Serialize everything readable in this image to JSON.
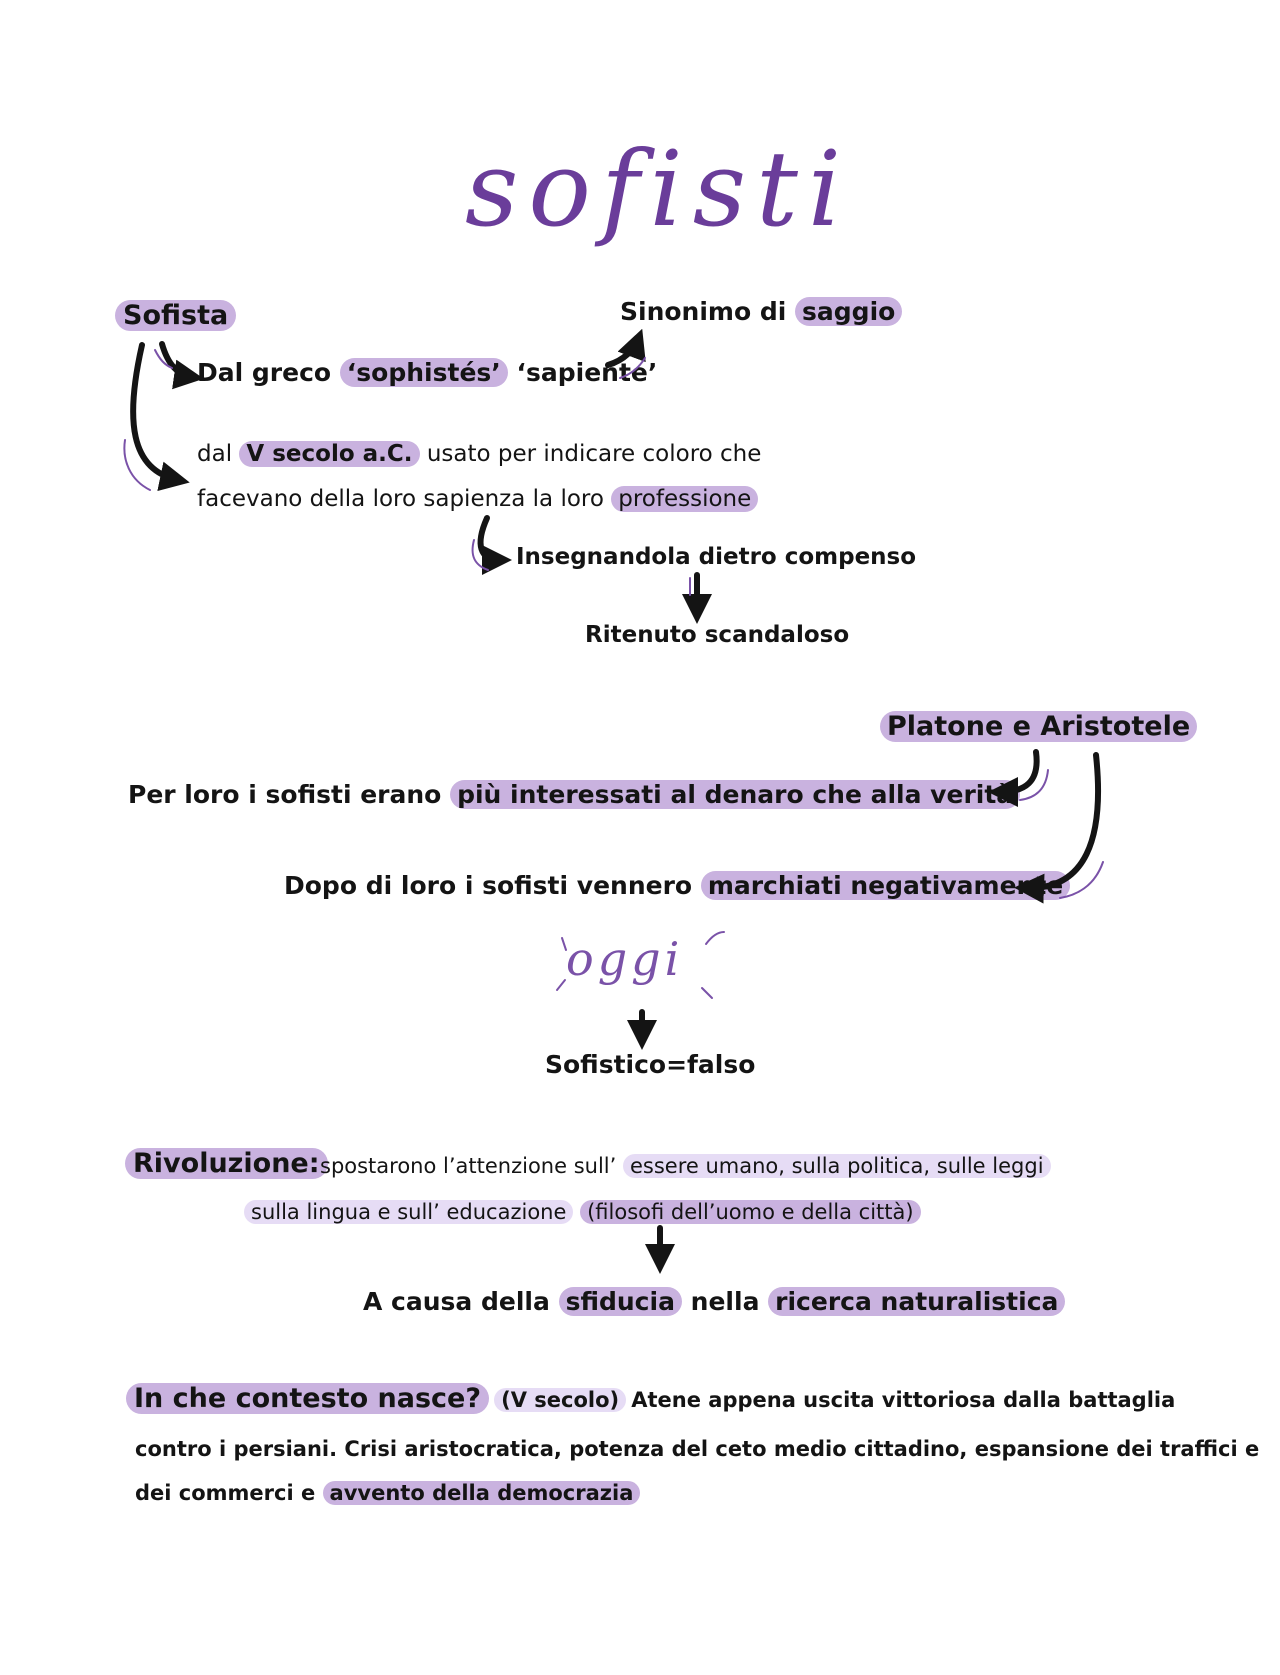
{
  "title": "sofisti",
  "section1": {
    "sofista": "Sofista",
    "sinonimo": "Sinonimo di",
    "saggio": "saggio",
    "dal_greco": "Dal greco",
    "sophistes": "‘sophistés’",
    "sapiente": "‘sapiente’",
    "dal": "dal",
    "v_secolo": "V secolo a.C.",
    "usato": "usato per indicare coloro che",
    "facevano": "facevano della loro sapienza la loro",
    "professione": "professione",
    "insegnandola": "Insegnandola dietro compenso",
    "ritenuto": "Ritenuto scandaloso"
  },
  "section2": {
    "platone": "Platone e Aristotele",
    "per_loro": "Per loro i sofisti erano",
    "piu_interessati": "più interessati al denaro che alla verità",
    "dopo_di_loro": "Dopo di loro i sofisti vennero",
    "marchiati": "marchiati negativamente",
    "oggi": "oggi",
    "sofistico": "Sofistico=falso"
  },
  "section3": {
    "rivoluzione": "Rivoluzione:",
    "spostarono": "spostarono l’attenzione sull’",
    "essere_umano": "essere umano, sulla politica, sulle leggi",
    "sulla_lingua": "sulla lingua e sull’ educazione",
    "filosofi": "(filosofi dell’uomo e della città)",
    "a_causa": "A causa della",
    "sfiducia": "sfiducia",
    "nella": "nella",
    "ricerca": "ricerca naturalistica"
  },
  "section4": {
    "heading": "In che contesto nasce?",
    "v_secolo": "(V secolo)",
    "line1": "Atene appena uscita vittoriosa dalla battaglia",
    "line2": "contro i persiani. Crisi aristocratica, potenza del ceto medio cittadino, espansione dei traffici e",
    "line3_pre": "dei commerci e",
    "democrazia": "avvento della democrazia"
  },
  "colors": {
    "accent": "#6a3d9a",
    "highlight": "#c9b2df",
    "highlight_light": "#e6dcf5",
    "ink": "#141414"
  }
}
